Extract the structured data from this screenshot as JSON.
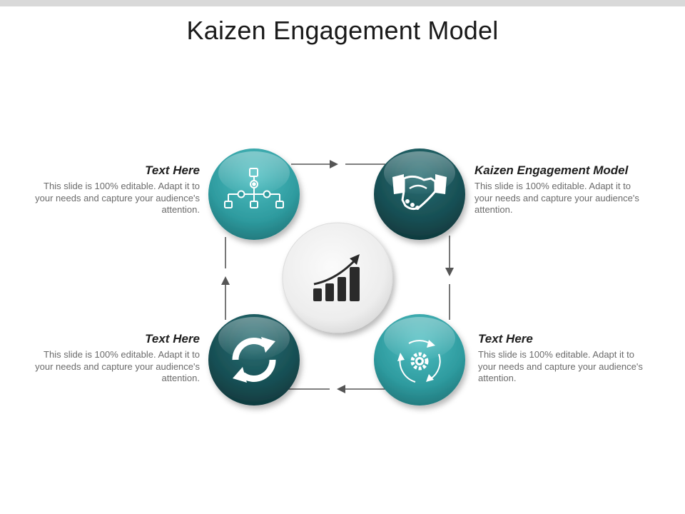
{
  "title": "Kaizen Engagement Model",
  "colors": {
    "teal": "#2e9b9f",
    "dark_teal": "#174e53",
    "center_gray": "#ededed",
    "connector": "#555555",
    "icon_white": "#ffffff",
    "icon_dark": "#2a2a2a"
  },
  "nodes": [
    {
      "id": "top-left",
      "color": "teal",
      "icon": "flowchart-icon"
    },
    {
      "id": "top-right",
      "color": "dark_teal",
      "icon": "handshake-icon"
    },
    {
      "id": "bottom-right",
      "color": "teal",
      "icon": "gear-cycle-icon"
    },
    {
      "id": "bottom-left",
      "color": "dark_teal",
      "icon": "refresh-icon"
    }
  ],
  "center": {
    "icon": "growth-chart-icon"
  },
  "blocks": {
    "top_left": {
      "heading": "Text Here",
      "body": "This slide is 100% editable. Adapt it to your needs and capture your audience's attention."
    },
    "top_right": {
      "heading": "Kaizen Engagement Model",
      "body": "This slide is 100% editable. Adapt it to your needs and capture your audience's attention."
    },
    "bottom_left": {
      "heading": "Text Here",
      "body": "This slide is 100% editable. Adapt it to your needs and capture your audience's attention."
    },
    "bottom_right": {
      "heading": "Text Here",
      "body": "This slide is 100% editable. Adapt it to your needs and capture your audience's attention."
    }
  }
}
